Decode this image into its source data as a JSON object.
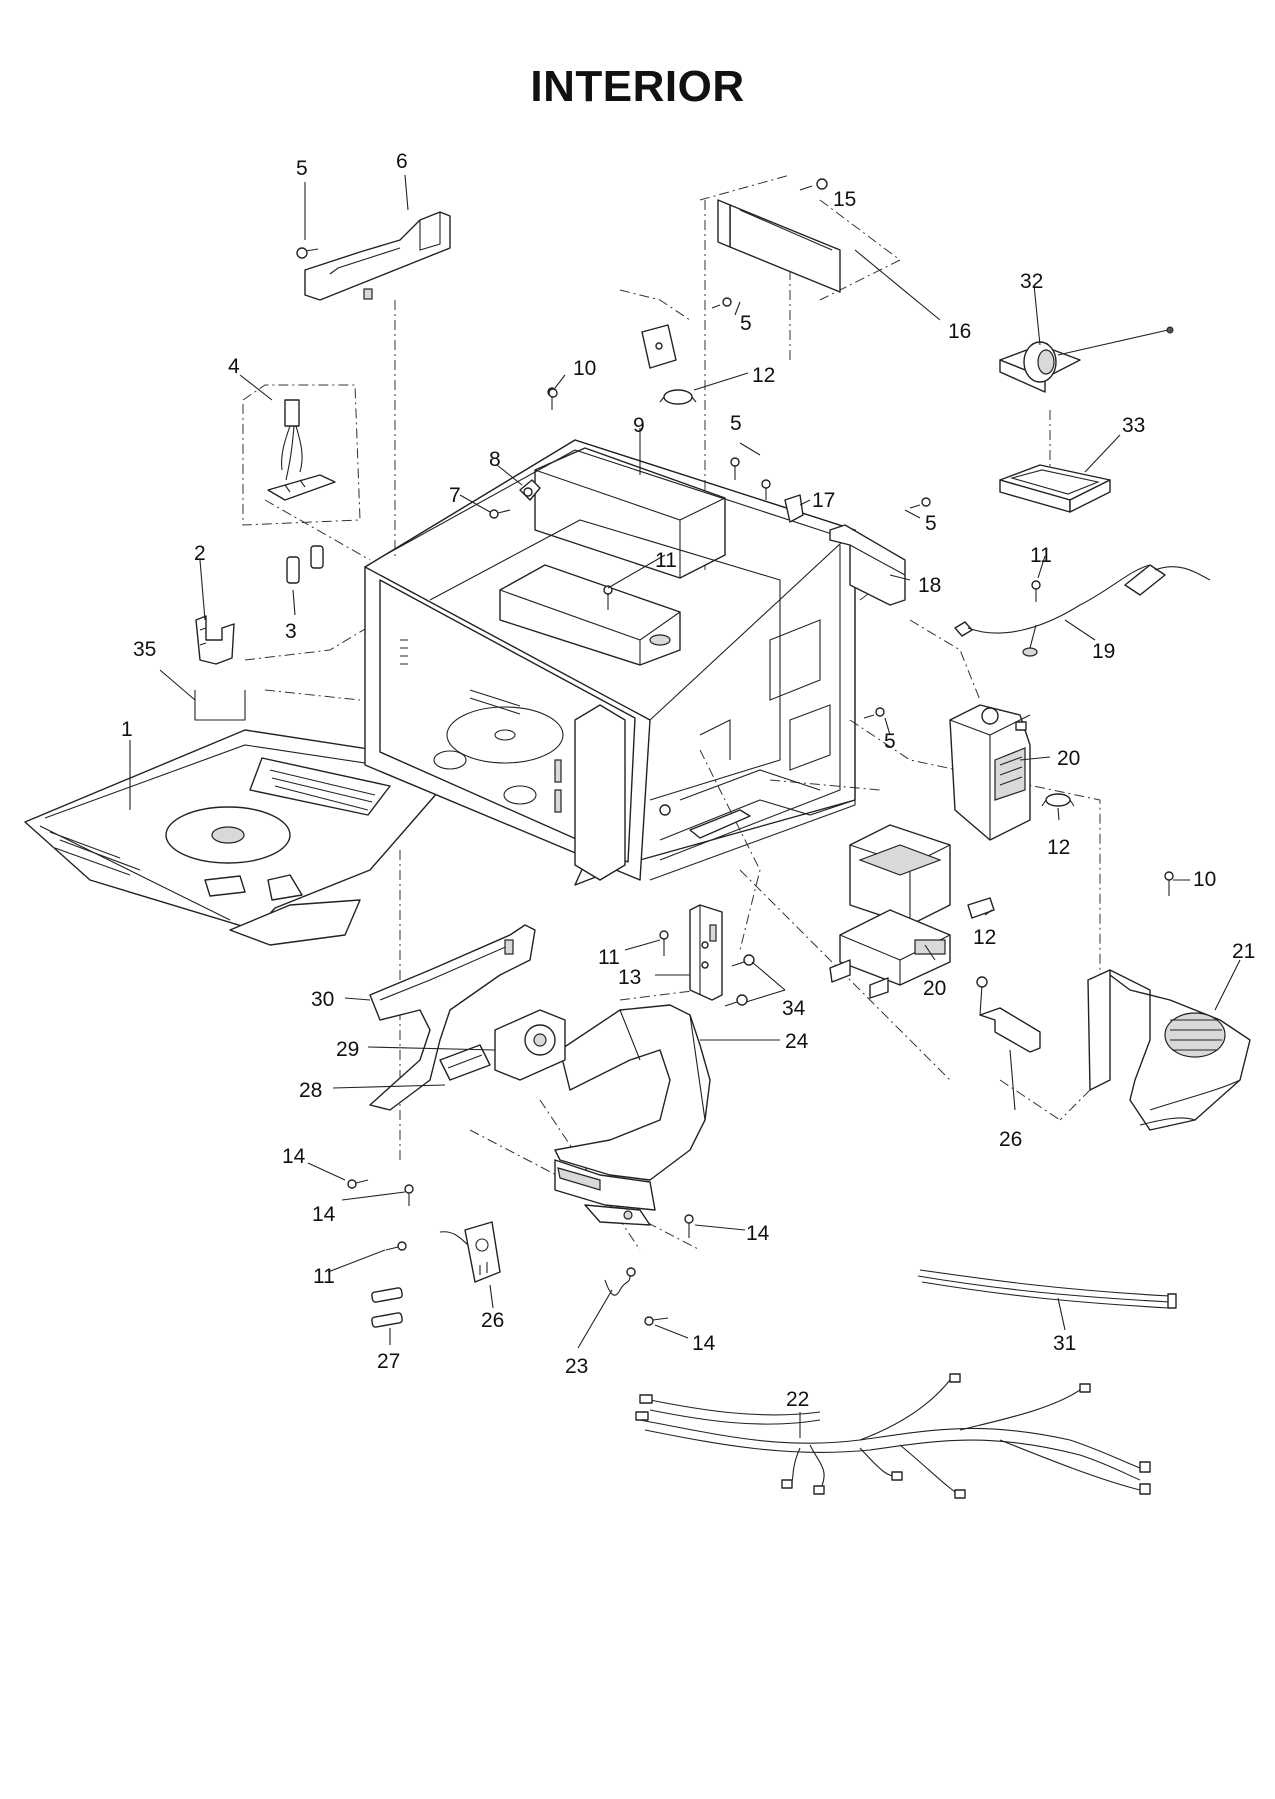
{
  "title": "INTERIOR",
  "callouts": [
    {
      "id": "c5a",
      "label": "5"
    },
    {
      "id": "c6",
      "label": "6"
    },
    {
      "id": "c15",
      "label": "15"
    },
    {
      "id": "c16",
      "label": "16"
    },
    {
      "id": "c32",
      "label": "32"
    },
    {
      "id": "c5b",
      "label": "5"
    },
    {
      "id": "c10a",
      "label": "10"
    },
    {
      "id": "c12a",
      "label": "12"
    },
    {
      "id": "c4",
      "label": "4"
    },
    {
      "id": "c33",
      "label": "33"
    },
    {
      "id": "c9",
      "label": "9"
    },
    {
      "id": "c5c",
      "label": "5"
    },
    {
      "id": "c8",
      "label": "8"
    },
    {
      "id": "c7",
      "label": "7"
    },
    {
      "id": "c17",
      "label": "17"
    },
    {
      "id": "c5d",
      "label": "5"
    },
    {
      "id": "c2",
      "label": "2"
    },
    {
      "id": "c11a",
      "label": "11"
    },
    {
      "id": "c11b",
      "label": "11"
    },
    {
      "id": "c18",
      "label": "18"
    },
    {
      "id": "c3",
      "label": "3"
    },
    {
      "id": "c19",
      "label": "19"
    },
    {
      "id": "c35",
      "label": "35"
    },
    {
      "id": "c1",
      "label": "1"
    },
    {
      "id": "c5e",
      "label": "5"
    },
    {
      "id": "c20a",
      "label": "20"
    },
    {
      "id": "c12b",
      "label": "12"
    },
    {
      "id": "c10b",
      "label": "10"
    },
    {
      "id": "c12c",
      "label": "12"
    },
    {
      "id": "c11c",
      "label": "11"
    },
    {
      "id": "c21",
      "label": "21"
    },
    {
      "id": "c13",
      "label": "13"
    },
    {
      "id": "c20b",
      "label": "20"
    },
    {
      "id": "c34",
      "label": "34"
    },
    {
      "id": "c30",
      "label": "30"
    },
    {
      "id": "c24",
      "label": "24"
    },
    {
      "id": "c29",
      "label": "29"
    },
    {
      "id": "c28",
      "label": "28"
    },
    {
      "id": "c26a",
      "label": "26"
    },
    {
      "id": "c14a",
      "label": "14"
    },
    {
      "id": "c14b",
      "label": "14"
    },
    {
      "id": "c14c",
      "label": "14"
    },
    {
      "id": "c11d",
      "label": "11"
    },
    {
      "id": "c26b",
      "label": "26"
    },
    {
      "id": "c31",
      "label": "31"
    },
    {
      "id": "c14d",
      "label": "14"
    },
    {
      "id": "c27",
      "label": "27"
    },
    {
      "id": "c23",
      "label": "23"
    },
    {
      "id": "c22",
      "label": "22"
    }
  ]
}
